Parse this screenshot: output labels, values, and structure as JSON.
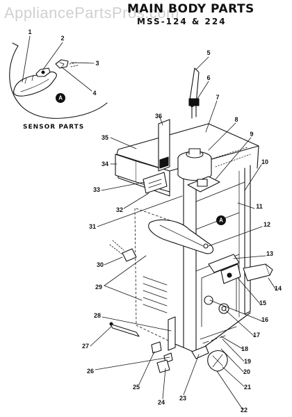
{
  "header": {
    "title": "MAIN BODY PARTS",
    "subtitle": "MSS-124 & 224"
  },
  "watermark": "AppliancePartsPros.com",
  "inset": {
    "caption": "SENSOR PARTS",
    "marker": "A"
  },
  "main_marker": "A",
  "callouts": [
    "1",
    "2",
    "3",
    "4",
    "5",
    "6",
    "7",
    "8",
    "9",
    "10",
    "11",
    "12",
    "13",
    "14",
    "15",
    "16",
    "17",
    "18",
    "19",
    "20",
    "21",
    "22",
    "23",
    "24",
    "25",
    "26",
    "27",
    "28",
    "29",
    "30",
    "31",
    "32",
    "33",
    "34",
    "35",
    "36"
  ],
  "colors": {
    "ink": "#111111",
    "watermark": "#aaaaaa",
    "background": "#ffffff"
  }
}
